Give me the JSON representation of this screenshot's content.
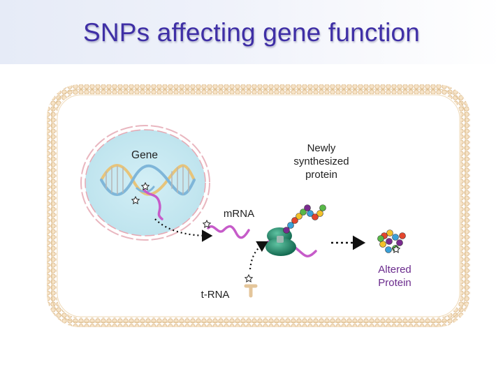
{
  "slide": {
    "title": "SNPs affecting gene function"
  },
  "labels": {
    "gene": "Gene",
    "mrna": "mRNA",
    "newly_line1": "Newly",
    "newly_line2": "synthesized",
    "newly_line3": "protein",
    "trna": "t-RNA",
    "altered_line1": "Altered",
    "altered_line2": "Protein"
  },
  "colors": {
    "title": "#3f2fa6",
    "cell_membrane": "#e7c99a",
    "nucleus": "#bfe6f0",
    "nucleus_border": "#e9b6bf",
    "mrna": "#c65bc9",
    "ribosome": "#1f8a6c",
    "altered_label": "#6a2a8c"
  }
}
